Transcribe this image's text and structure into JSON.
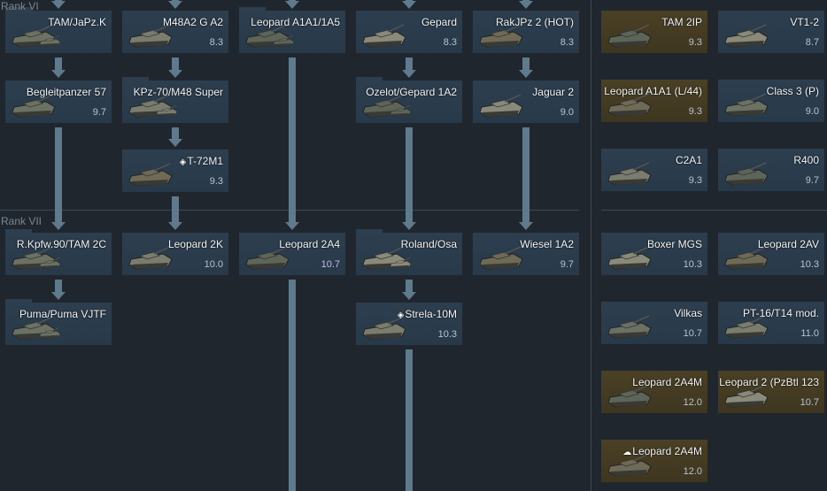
{
  "ranks": {
    "vi": "Rank VI",
    "vii": "Rank VII"
  },
  "colors": {
    "card": "#2d3f4f",
    "premium_card": "#4a4025",
    "arrow": "#5f7a8c",
    "background": "#1f262d"
  },
  "tree": [
    {
      "name": "TAM/JaPz.K",
      "br": "",
      "group": true
    },
    {
      "name": "M48A2 G A2",
      "br": "8.3"
    },
    {
      "name": "Leopard A1A1/1A5",
      "br": "",
      "group": true
    },
    {
      "name": "Gepard",
      "br": "8.3"
    },
    {
      "name": "RakJPz 2 (HOT)",
      "br": "8.3"
    },
    {
      "name": "Begleitpanzer 57",
      "br": "9.7"
    },
    {
      "name": "KPz-70/M48 Super",
      "br": "",
      "group": true
    },
    {
      "name": "Ozelot/Gepard 1A2",
      "br": "",
      "group": true
    },
    {
      "name": "Jaguar 2",
      "br": "9.0"
    },
    {
      "name": "T-72M1",
      "br": "9.3",
      "icon": "multinational-icon"
    },
    {
      "name": "R.Kpfw.90/TAM 2C",
      "br": "",
      "group": true
    },
    {
      "name": "Leopard 2K",
      "br": "10.0"
    },
    {
      "name": "Leopard 2A4",
      "br": "10.7"
    },
    {
      "name": "Roland/Osa",
      "br": "",
      "group": true
    },
    {
      "name": "Wiesel 1A2",
      "br": "9.7"
    },
    {
      "name": "Puma/Puma VJTF",
      "br": "",
      "group": true
    },
    {
      "name": "Strela-10M",
      "br": "10.3",
      "icon": "multinational-icon"
    }
  ],
  "premium": [
    {
      "name": "TAM 2IP",
      "br": "9.3",
      "premium": true
    },
    {
      "name": "VT1-2",
      "br": "8.7"
    },
    {
      "name": "Leopard A1A1 (L/44)",
      "br": "9.3",
      "premium": true
    },
    {
      "name": "Class 3 (P)",
      "br": "9.0"
    },
    {
      "name": "C2A1",
      "br": "9.3"
    },
    {
      "name": "R400",
      "br": "9.7"
    },
    {
      "name": "Boxer MGS",
      "br": "10.3"
    },
    {
      "name": "Leopard 2AV",
      "br": "10.3"
    },
    {
      "name": "Vilkas",
      "br": "10.7"
    },
    {
      "name": "PT-16/T14 mod.",
      "br": "11.0"
    },
    {
      "name": "Leopard 2A4M",
      "br": "12.0",
      "premium": true
    },
    {
      "name": "Leopard 2 (PzBtl 123",
      "br": "10.7",
      "premium": true
    },
    {
      "name": "Leopard 2A4M",
      "br": "12.0",
      "premium": true,
      "icon": "squadron-icon"
    }
  ]
}
